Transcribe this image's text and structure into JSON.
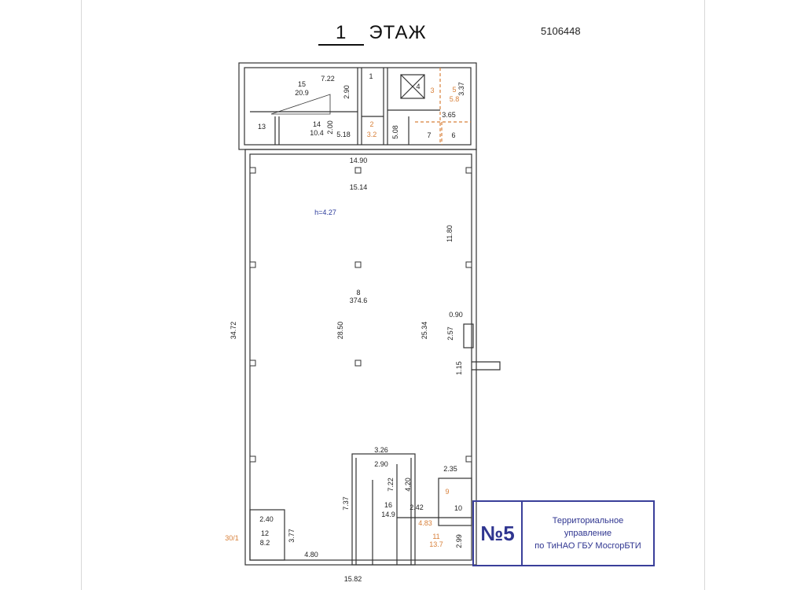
{
  "header": {
    "floor_number": "1",
    "floor_label": "ЭТАЖ",
    "doc_number": "5106448"
  },
  "labels": [
    "7.22",
    "15",
    "20.9",
    "2.90",
    "1",
    "4",
    "3",
    "5",
    "5.8",
    "3.37",
    "3.65",
    "13",
    "14",
    "10.4",
    "2.00",
    "5.18",
    "2",
    "3.2",
    "5.08",
    "7",
    "6",
    "14.90",
    "15.14",
    "h=4.27",
    "11.80",
    "8",
    "374.6",
    "28.50",
    "25.34",
    "34.72",
    "0.90",
    "2.57",
    "1.15",
    "3.26",
    "2.90",
    "2.35",
    "7.22",
    "4.20",
    "9",
    "7.37",
    "16",
    "14.9",
    "2.42",
    "10",
    "4.83",
    "2.40",
    "12",
    "8.2",
    "3.77",
    "30/1",
    "11",
    "13.7",
    "2.99",
    "4.80",
    "15.82"
  ],
  "stamp": {
    "number": "№5",
    "line1": "Территориальное",
    "line2": "управление",
    "line3": "по ТиНАО ГБУ МосгорБТИ"
  },
  "colors": {
    "ink": "#222222",
    "orange": "#d8803a",
    "stamp": "#2f3590"
  }
}
